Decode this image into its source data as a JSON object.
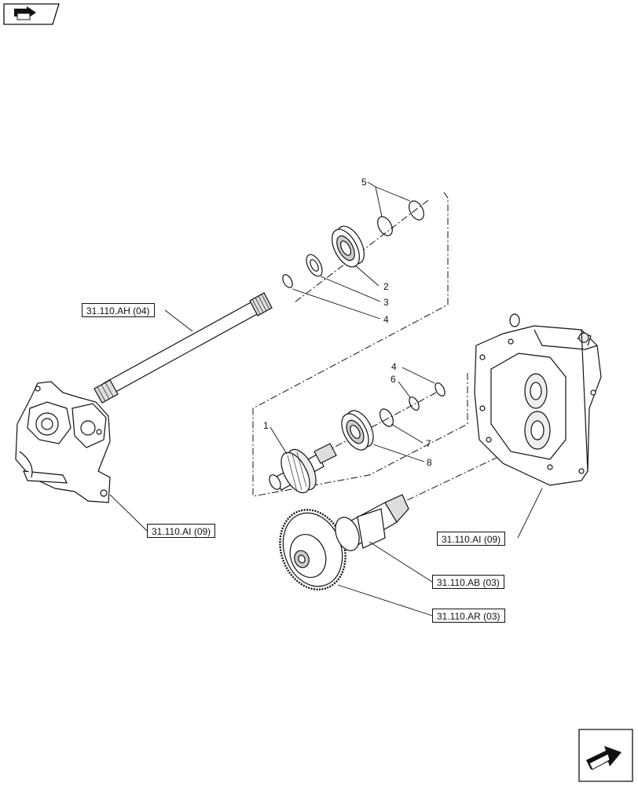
{
  "references": {
    "ah04": "31.110.AH (04)",
    "ai09_left": "31.110.AI (09)",
    "ai09_right": "31.110.AI (09)",
    "ab03": "31.110.AB (03)",
    "ar03": "31.110.AR (03)"
  },
  "callouts": {
    "c5": "5",
    "c2": "2",
    "c3": "3",
    "c4_top": "4",
    "c4_mid": "4",
    "c6": "6",
    "c1": "1",
    "c7": "7",
    "c8": "8"
  },
  "icons": {
    "top_left": "book-arrow-icon",
    "bottom_right": "next-page-arrow-icon"
  }
}
